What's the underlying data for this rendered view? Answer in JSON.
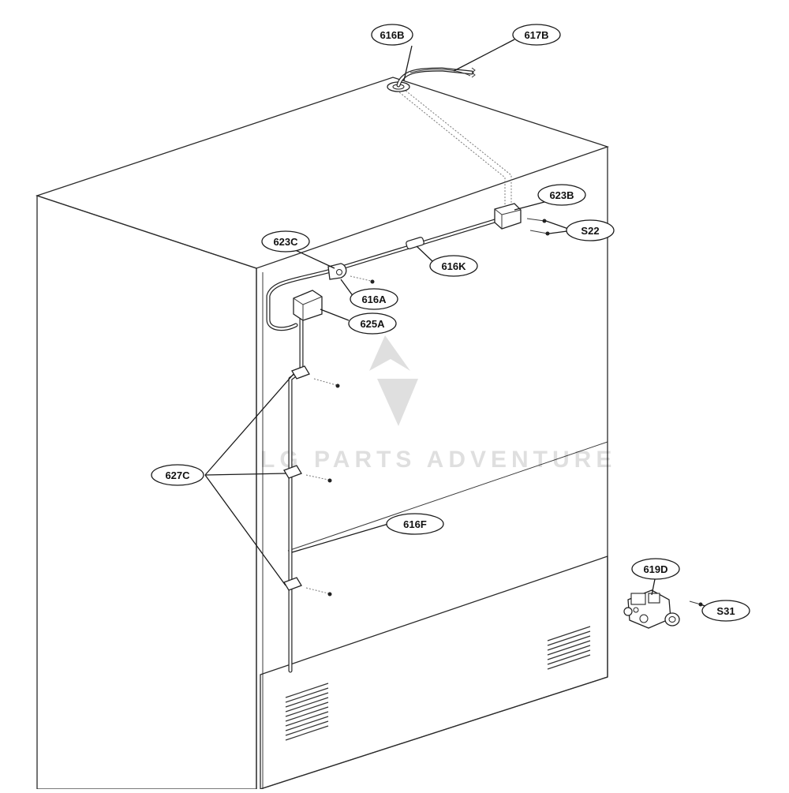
{
  "diagram": {
    "watermark": "LG PARTS ADVENTURE",
    "callouts": [
      {
        "id": "616B",
        "label": "616B"
      },
      {
        "id": "617B",
        "label": "617B"
      },
      {
        "id": "623B",
        "label": "623B"
      },
      {
        "id": "S22",
        "label": "S22"
      },
      {
        "id": "623C",
        "label": "623C"
      },
      {
        "id": "616K",
        "label": "616K"
      },
      {
        "id": "616A",
        "label": "616A"
      },
      {
        "id": "625A",
        "label": "625A"
      },
      {
        "id": "627C",
        "label": "627C"
      },
      {
        "id": "616F",
        "label": "616F"
      },
      {
        "id": "619D",
        "label": "619D"
      },
      {
        "id": "S31",
        "label": "S31"
      }
    ]
  }
}
